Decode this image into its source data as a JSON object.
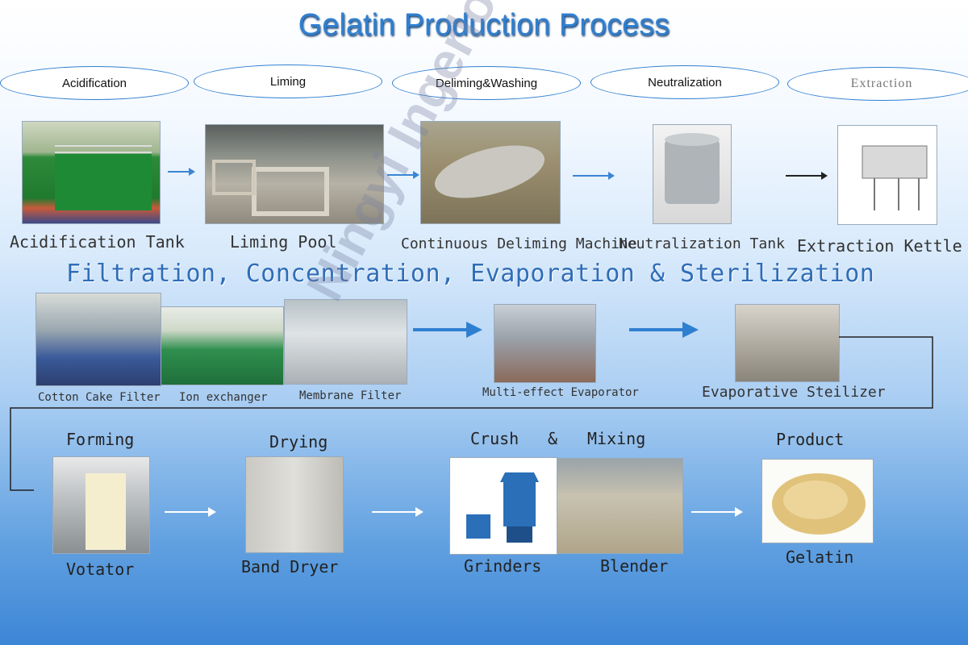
{
  "title": "Gelatin Production Process",
  "top_stages": [
    "Acidification",
    "Liming",
    "Deliming&Washing",
    "Neutralization",
    "Extraction"
  ],
  "row1_captions": [
    "Acidification Tank",
    "Liming Pool",
    "Continuous Deliming Machine",
    "Neutralization Tank",
    "Extraction Kettle"
  ],
  "section_title": "Filtration, Concentration, Evaporation & Sterilization",
  "row2_captions": [
    "Cotton Cake Filter",
    "Ion exchanger",
    "Membrane Filter",
    "Multi-effect Evaporator",
    "Evaporative Steilizer"
  ],
  "row3_stages": [
    "Forming",
    "Drying",
    "Crush",
    "&",
    "Mixing",
    "Product"
  ],
  "row3_captions": [
    "Votator",
    "Band Dryer",
    "Grinders",
    "Blender",
    "Gelatin"
  ],
  "watermark": "Ningyi Ingerlong Equipment (Tianjin) Co.,Ltd.",
  "colors": {
    "accent": "#2f7fd0",
    "arrow": "#3a86d4"
  }
}
